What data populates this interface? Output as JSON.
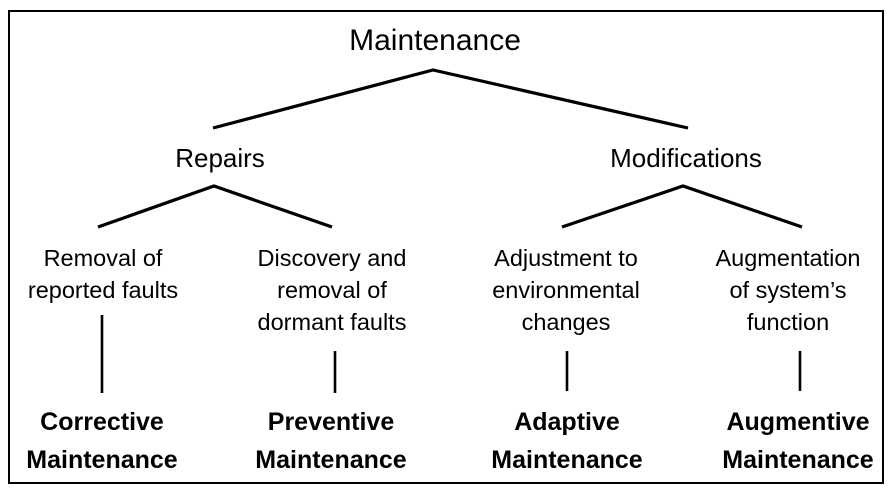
{
  "page": {
    "background_color": "#ffffff"
  },
  "diagram": {
    "type": "tree",
    "line_color": "#000000",
    "text_color": "#000000",
    "border_color": "#000000",
    "root": {
      "label": "Maintenance"
    },
    "branches": [
      {
        "label": "Repairs",
        "children": [
          {
            "label": "Removal of\nreported faults",
            "result": "Corrective\nMaintenance"
          },
          {
            "label": "Discovery and\nremoval of\ndormant faults",
            "result": "Preventive\nMaintenance"
          }
        ]
      },
      {
        "label": "Modifications",
        "children": [
          {
            "label": "Adjustment to\nenvironmental\nchanges",
            "result": "Adaptive\nMaintenance"
          },
          {
            "label": "Augmentation\nof system’s\nfunction",
            "result": "Augmentive\nMaintenance"
          }
        ]
      }
    ]
  }
}
